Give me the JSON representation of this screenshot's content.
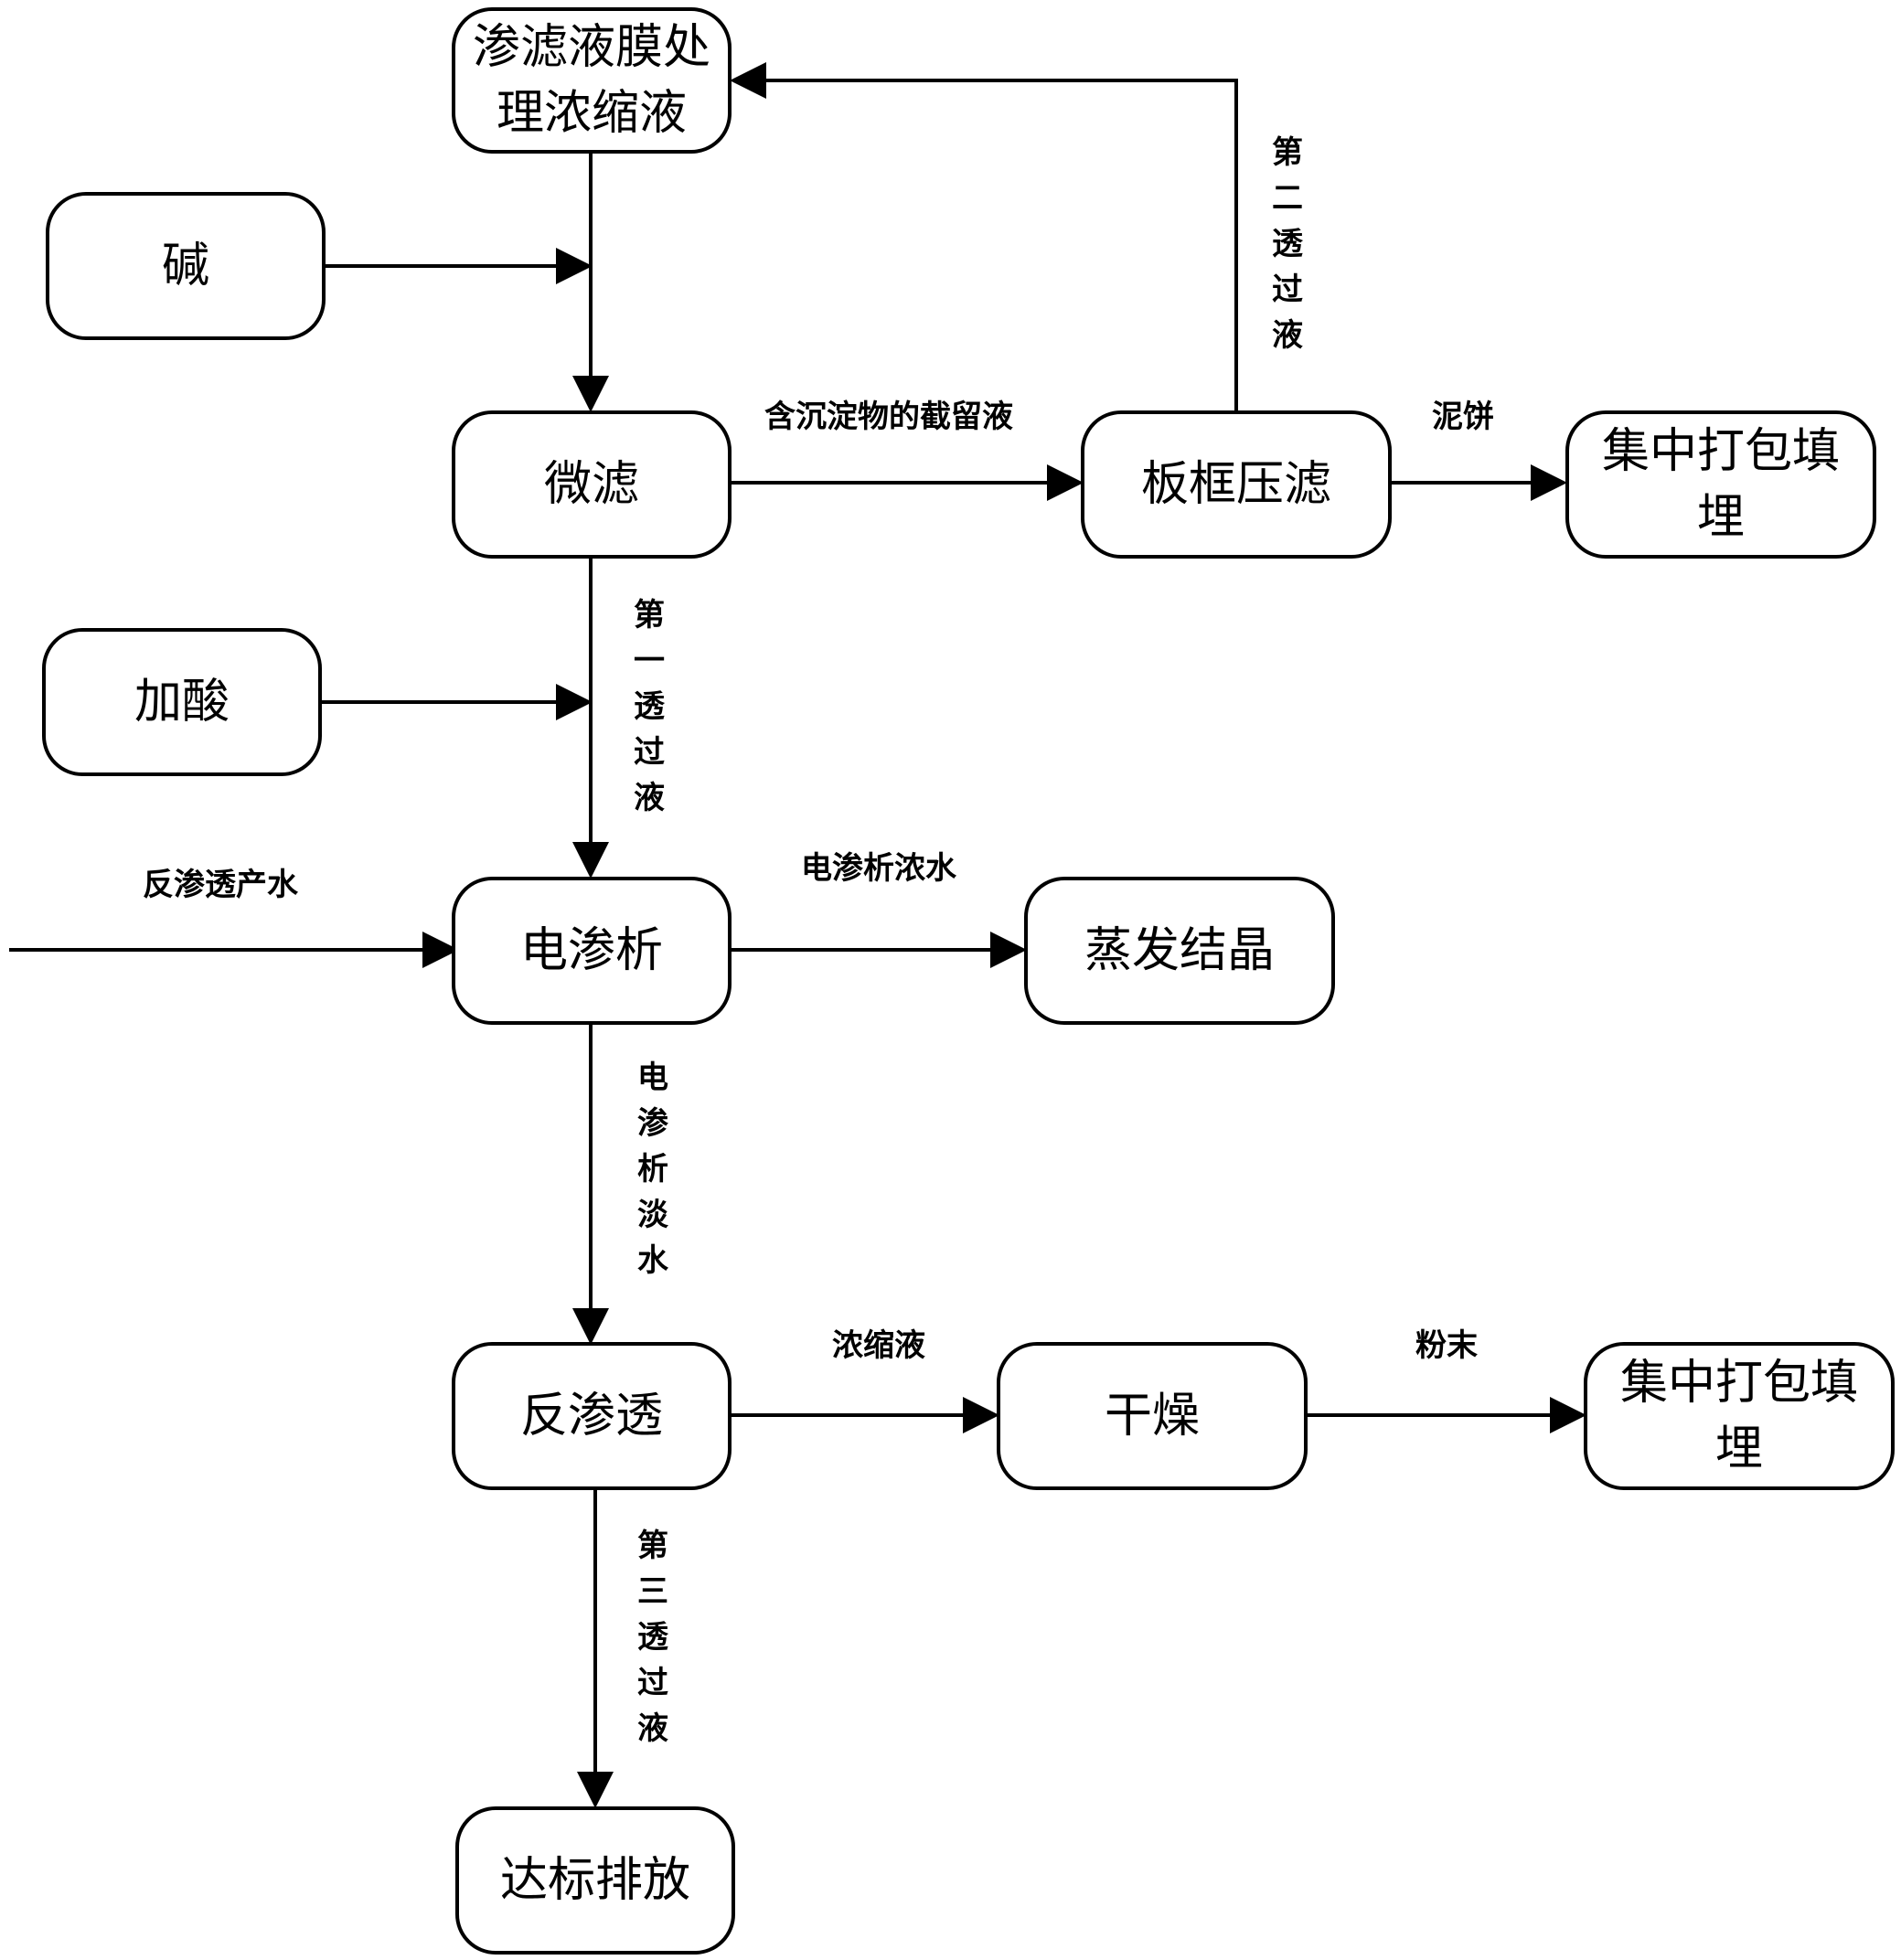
{
  "nodes": {
    "leachate_concentrate": "渗滤液膜处理浓缩液",
    "alkali": "碱",
    "microfiltration": "微滤",
    "plate_frame_press": "板框压滤",
    "landfill_1": "集中打包填埋",
    "acid": "加酸",
    "electrodialysis": "电渗析",
    "evaporation": "蒸发结晶",
    "reverse_osmosis": "反渗透",
    "drying": "干燥",
    "landfill_2": "集中打包填埋",
    "discharge": "达标排放"
  },
  "edges": {
    "retentate_with_precipitate": "含沉淀物的截留液",
    "second_permeate": "第二透过液",
    "mud_cake": "泥饼",
    "first_permeate": "第一透过液",
    "ro_product_water": "反渗透产水",
    "ed_concentrate": "电渗析浓水",
    "ed_dilute": "电渗析淡水",
    "concentrate": "浓缩液",
    "powder": "粉末",
    "third_permeate": "第三透过液"
  }
}
